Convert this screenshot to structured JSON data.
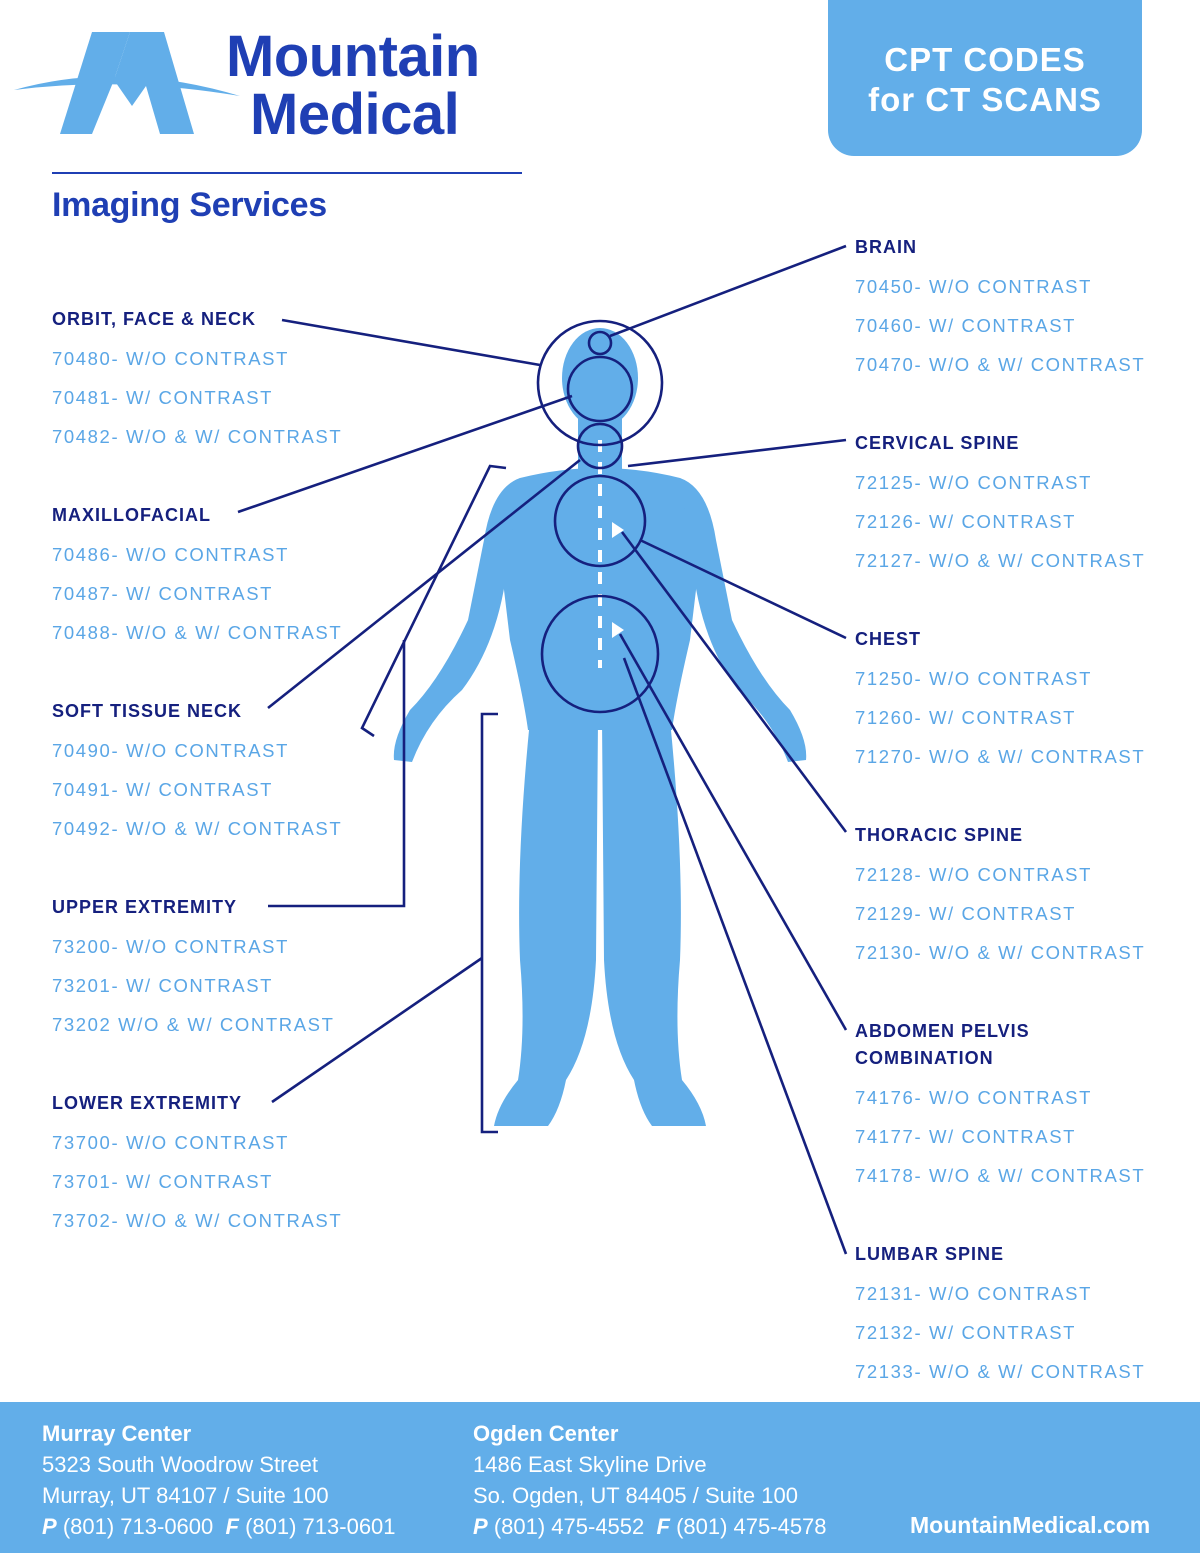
{
  "brand": {
    "name_line1": "Mountain",
    "name_line2": "Medical",
    "subtitle": "Imaging Services",
    "colors": {
      "navy": "#1f3fb4",
      "light_blue": "#62aee9",
      "dark_line": "#15207e"
    },
    "logo_icon": "mountain-m-logo-icon"
  },
  "badge": {
    "line1": "CPT CODES",
    "line2": "for CT SCANS"
  },
  "left_groups": [
    {
      "title": "ORBIT, FACE & NECK",
      "codes": [
        "70480- W/O CONTRAST",
        "70481- W/ CONTRAST",
        "70482- W/O & W/ CONTRAST"
      ]
    },
    {
      "title": "MAXILLOFACIAL",
      "codes": [
        "70486- W/O CONTRAST",
        "70487- W/ CONTRAST",
        "70488- W/O & W/ CONTRAST"
      ]
    },
    {
      "title": "SOFT TISSUE NECK",
      "codes": [
        "70490- W/O CONTRAST",
        "70491- W/ CONTRAST",
        "70492- W/O & W/ CONTRAST"
      ]
    },
    {
      "title": "UPPER EXTREMITY",
      "codes": [
        "73200- W/O CONTRAST",
        "73201- W/ CONTRAST",
        "73202 W/O & W/ CONTRAST"
      ]
    },
    {
      "title": "LOWER EXTREMITY",
      "codes": [
        "73700- W/O CONTRAST",
        "73701- W/ CONTRAST",
        "73702- W/O & W/ CONTRAST"
      ]
    }
  ],
  "right_groups": [
    {
      "title": "BRAIN",
      "codes": [
        "70450- W/O CONTRAST",
        "70460- W/ CONTRAST",
        "70470- W/O & W/ CONTRAST"
      ]
    },
    {
      "title": "CERVICAL SPINE",
      "codes": [
        "72125- W/O CONTRAST",
        "72126- W/ CONTRAST",
        "72127- W/O & W/ CONTRAST"
      ]
    },
    {
      "title": "CHEST",
      "codes": [
        "71250- W/O CONTRAST",
        "71260- W/ CONTRAST",
        "71270- W/O & W/ CONTRAST"
      ]
    },
    {
      "title": "THORACIC SPINE",
      "codes": [
        "72128- W/O CONTRAST",
        "72129- W/ CONTRAST",
        "72130- W/O & W/ CONTRAST"
      ]
    },
    {
      "title": "ABDOMEN PELVIS COMBINATION",
      "codes": [
        "74176- W/O CONTRAST",
        "74177- W/ CONTRAST",
        "74178- W/O & W/ CONTRAST"
      ]
    },
    {
      "title": "LUMBAR SPINE",
      "codes": [
        "72131- W/O CONTRAST",
        "72132- W/ CONTRAST",
        "72133- W/O & W/ CONTRAST"
      ]
    }
  ],
  "figure": {
    "icon": "human-body-silhouette-icon"
  },
  "footer": {
    "murray": {
      "name": "Murray Center",
      "street": "5323 South Woodrow Street",
      "city": "Murray, UT 84107 / Suite 100",
      "phone_label": "P",
      "phone": "(801) 713-0600",
      "fax_label": "F",
      "fax": "(801) 713-0601"
    },
    "ogden": {
      "name": "Ogden Center",
      "street": "1486 East Skyline Drive",
      "city": "So. Ogden, UT 84405 / Suite 100",
      "phone_label": "P",
      "phone": "(801) 475-4552",
      "fax_label": "F",
      "fax": "(801) 475-4578"
    },
    "website": "MountainMedical.com"
  }
}
